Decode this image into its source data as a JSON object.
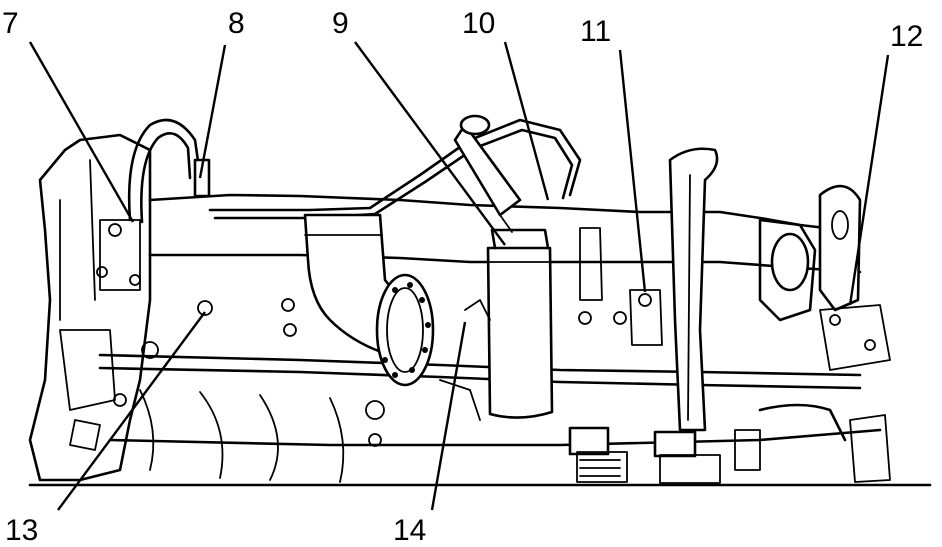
{
  "callouts": [
    {
      "id": "7",
      "text": "7"
    },
    {
      "id": "8",
      "text": "8"
    },
    {
      "id": "9",
      "text": "9"
    },
    {
      "id": "10",
      "text": "10"
    },
    {
      "id": "11",
      "text": "11"
    },
    {
      "id": "12",
      "text": "12"
    },
    {
      "id": "13",
      "text": "13"
    },
    {
      "id": "14",
      "text": "14"
    }
  ],
  "colors": {
    "line": "#000000",
    "background": "#ffffff"
  }
}
